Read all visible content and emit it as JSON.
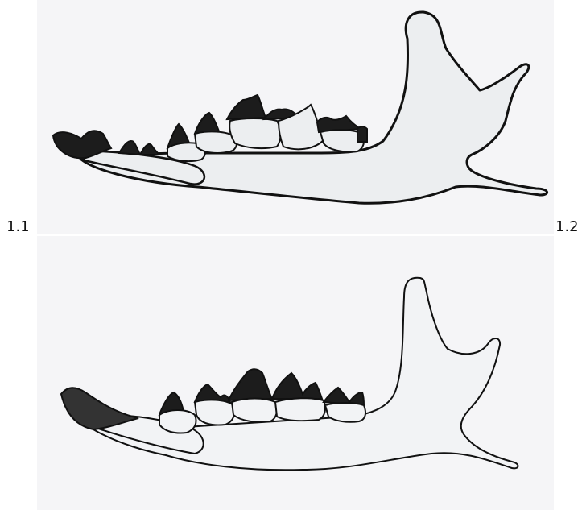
{
  "labels": {
    "left": "1.1",
    "right": "1.2"
  },
  "colors": {
    "bone_fill": "#eceef0",
    "bone_fill_light": "#f2f3f5",
    "outline": "#111111",
    "enamel": "#1c1c1c",
    "enamel_dark": "#333333",
    "panel_background": "#f5f5f7"
  },
  "panels": [
    {
      "id": "top",
      "subject": "jaw-outline-with-teeth"
    },
    {
      "id": "bottom",
      "subject": "jaw-outline-with-teeth"
    }
  ]
}
